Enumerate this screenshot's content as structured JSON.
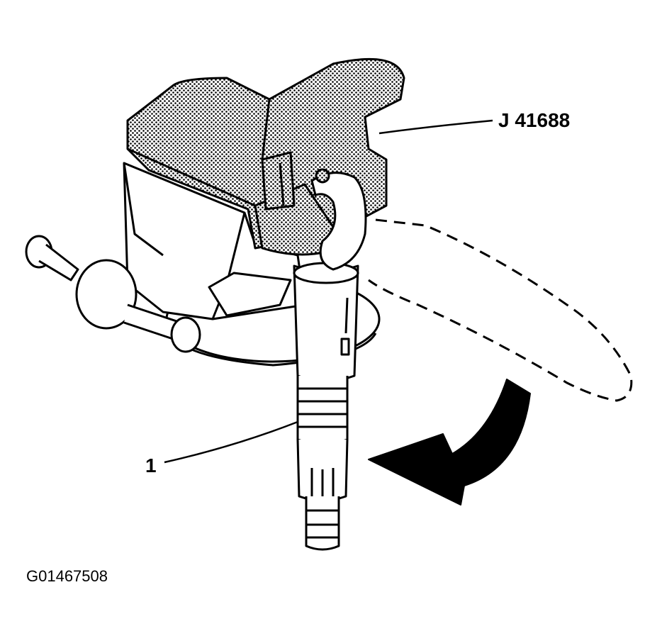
{
  "figure": {
    "callouts": {
      "tool": "J 41688",
      "part": "1"
    },
    "figure_id": "G01467508"
  },
  "colors": {
    "ink": "#000000",
    "paper": "#ffffff"
  },
  "icons": {
    "rotation_arrow": "curved-arrow-icon"
  }
}
